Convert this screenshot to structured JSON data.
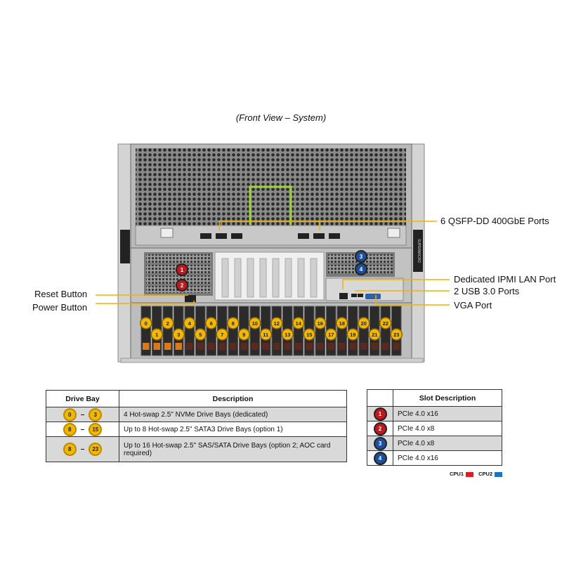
{
  "caption": "(Front View – System)",
  "callouts": {
    "qsfp": "6 QSFP-DD 400GbE Ports",
    "ipmi": "Dedicated IPMI LAN Port",
    "usb": "2 USB 3.0 Ports",
    "vga": "VGA Port",
    "reset": "Reset Button",
    "power": "Power Button"
  },
  "chassis_labels": {
    "brand": "SUPERMICRO"
  },
  "slot_badges": [
    "1",
    "2",
    "3",
    "4"
  ],
  "drive_numbers": [
    "0",
    "1",
    "2",
    "3",
    "4",
    "5",
    "6",
    "7",
    "8",
    "9",
    "10",
    "11",
    "12",
    "13",
    "14",
    "15",
    "16",
    "17",
    "18",
    "19",
    "20",
    "21",
    "22",
    "23"
  ],
  "drive_table": {
    "headers": [
      "Drive Bay",
      "Description"
    ],
    "rows": [
      {
        "from": "0",
        "to": "3",
        "desc": "4 Hot-swap 2.5\" NVMe Drive Bays (dedicated)"
      },
      {
        "from": "8",
        "to": "15",
        "desc": "Up to 8 Hot-swap 2.5\" SATA3 Drive Bays (option 1)"
      },
      {
        "from": "8",
        "to": "23",
        "desc": "Up to 16 Hot-swap 2.5\" SAS/SATA Drive Bays (option 2; AOC card required)"
      }
    ]
  },
  "slot_table": {
    "headers": [
      "",
      "Slot Description"
    ],
    "rows": [
      {
        "num": "1",
        "cpu": "cpu1",
        "desc": "PCIe 4.0 x16"
      },
      {
        "num": "2",
        "cpu": "cpu1",
        "desc": "PCIe 4.0 x8"
      },
      {
        "num": "3",
        "cpu": "cpu2",
        "desc": "PCIe 4.0 x8"
      },
      {
        "num": "4",
        "cpu": "cpu2",
        "desc": "PCIe 4.0 x16"
      }
    ]
  },
  "cpu_legend": {
    "cpu1": "CPU1",
    "cpu2": "CPU2"
  },
  "colors": {
    "cpu1": "#e31b23",
    "cpu2": "#1c75bc",
    "drive_badge": "#f2b705",
    "callout_line": "#f0b400",
    "lan_link": "#9fd33a"
  }
}
